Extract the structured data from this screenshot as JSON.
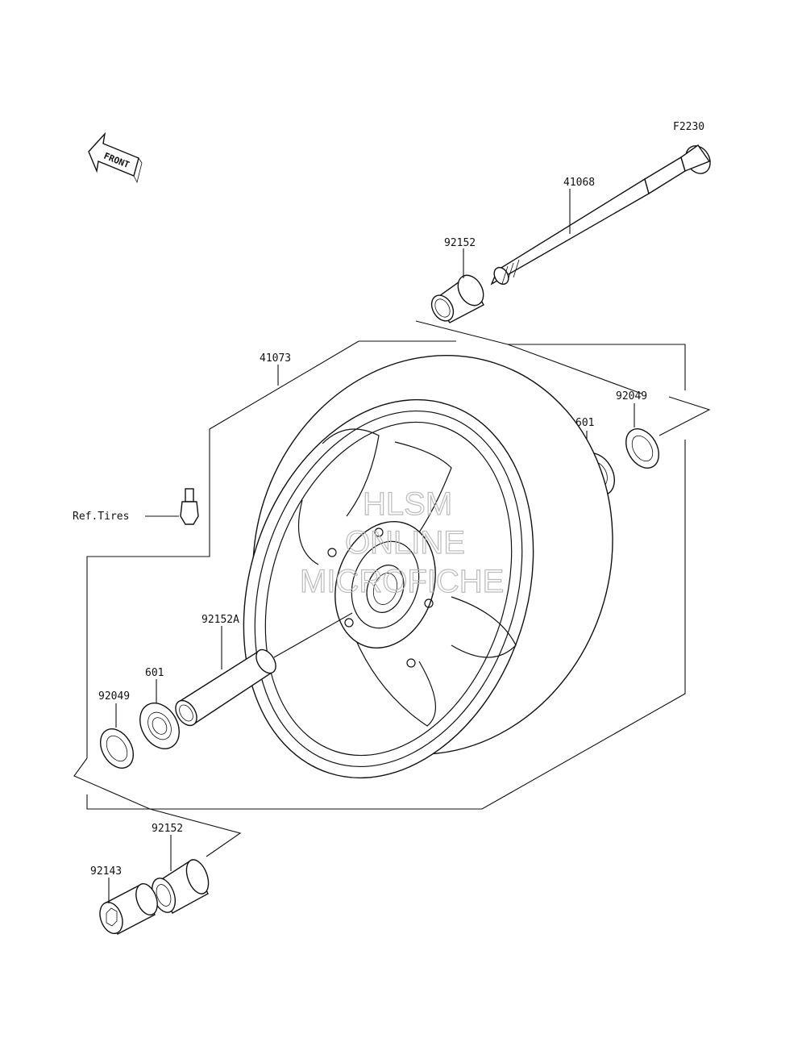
{
  "diagram_code": "F2230",
  "front_marker": "FRONT",
  "ref_tires": "Ref.Tires",
  "watermark": [
    "HLSM",
    "ONLINE",
    "MICROFICHE"
  ],
  "parts": {
    "axle": "41068",
    "collar_top": "92152",
    "seal_right": "92049",
    "bearing_right": "601",
    "wheel": "41073",
    "collar_center": "92152A",
    "bearing_left": "601",
    "seal_left": "92049",
    "collar_bottom": "92152",
    "bolt": "92143"
  }
}
